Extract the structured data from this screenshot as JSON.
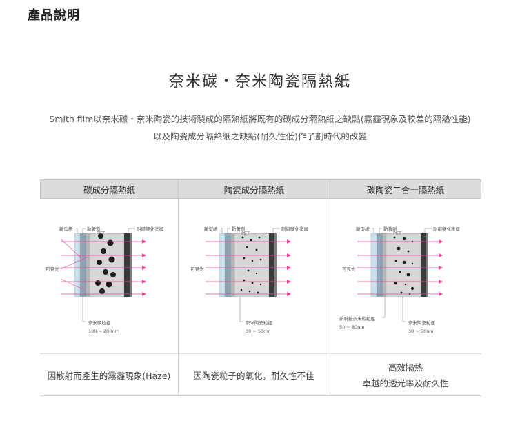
{
  "page": {
    "section_title": "產品說明",
    "main_title": "奈米碳・奈米陶瓷隔熱紙",
    "intro_line1": "Smith film以奈米碳・奈米陶瓷的技術製成的隔熱紙將既有的碳成分隔熱紙之缺點(霧霾現象及較差的隔熱性能)",
    "intro_line2": "以及陶瓷成分隔熱紙之缺點(耐久性低)作了劃時代的改變"
  },
  "colors": {
    "arrow": "#e8439a",
    "header_bg": "#dcdcdc",
    "liner": "#c9dfe9",
    "pet": "#8ea2b2",
    "coating": "#3b3b3b",
    "particle": "#1c1c1c"
  },
  "columns": [
    {
      "header": "碳成分隔熱紙",
      "labels": {
        "liner": "離型紙",
        "adhesive": "黏著劑",
        "pet": "PET",
        "coating": "耐磨硬化塗層",
        "visible": "可見光",
        "particle_name": "奈米碳粒徑",
        "particle_size": "100 ~ 200nm"
      },
      "footer": [
        "因散射而產生的霧霾現象(Haze)"
      ]
    },
    {
      "header": "陶瓷成分隔熱紙",
      "labels": {
        "liner": "離型紙",
        "adhesive": "黏著劑",
        "pet": "PET",
        "coating": "耐磨硬化塗層",
        "visible": "可見光",
        "particle_name": "奈米陶瓷粒徑",
        "particle_size": "30 ~ 50nm"
      },
      "footer": [
        "因陶瓷粒子的氧化，耐久性不佳"
      ]
    },
    {
      "header": "碳陶瓷二合一隔熱紙",
      "labels": {
        "liner": "離型紙",
        "adhesive": "黏著劑",
        "pet": "PET",
        "coating": "耐磨硬化塗層",
        "visible": "可見光",
        "particle_name": "奈米陶瓷粒徑",
        "particle_size": "30 ~ 50nm",
        "carbon_name": "新科技奈米碳粒徑",
        "carbon_size": "50 ~ 80nm"
      },
      "footer": [
        "高效隔熱",
        "卓越的透光率及耐久性"
      ]
    }
  ]
}
